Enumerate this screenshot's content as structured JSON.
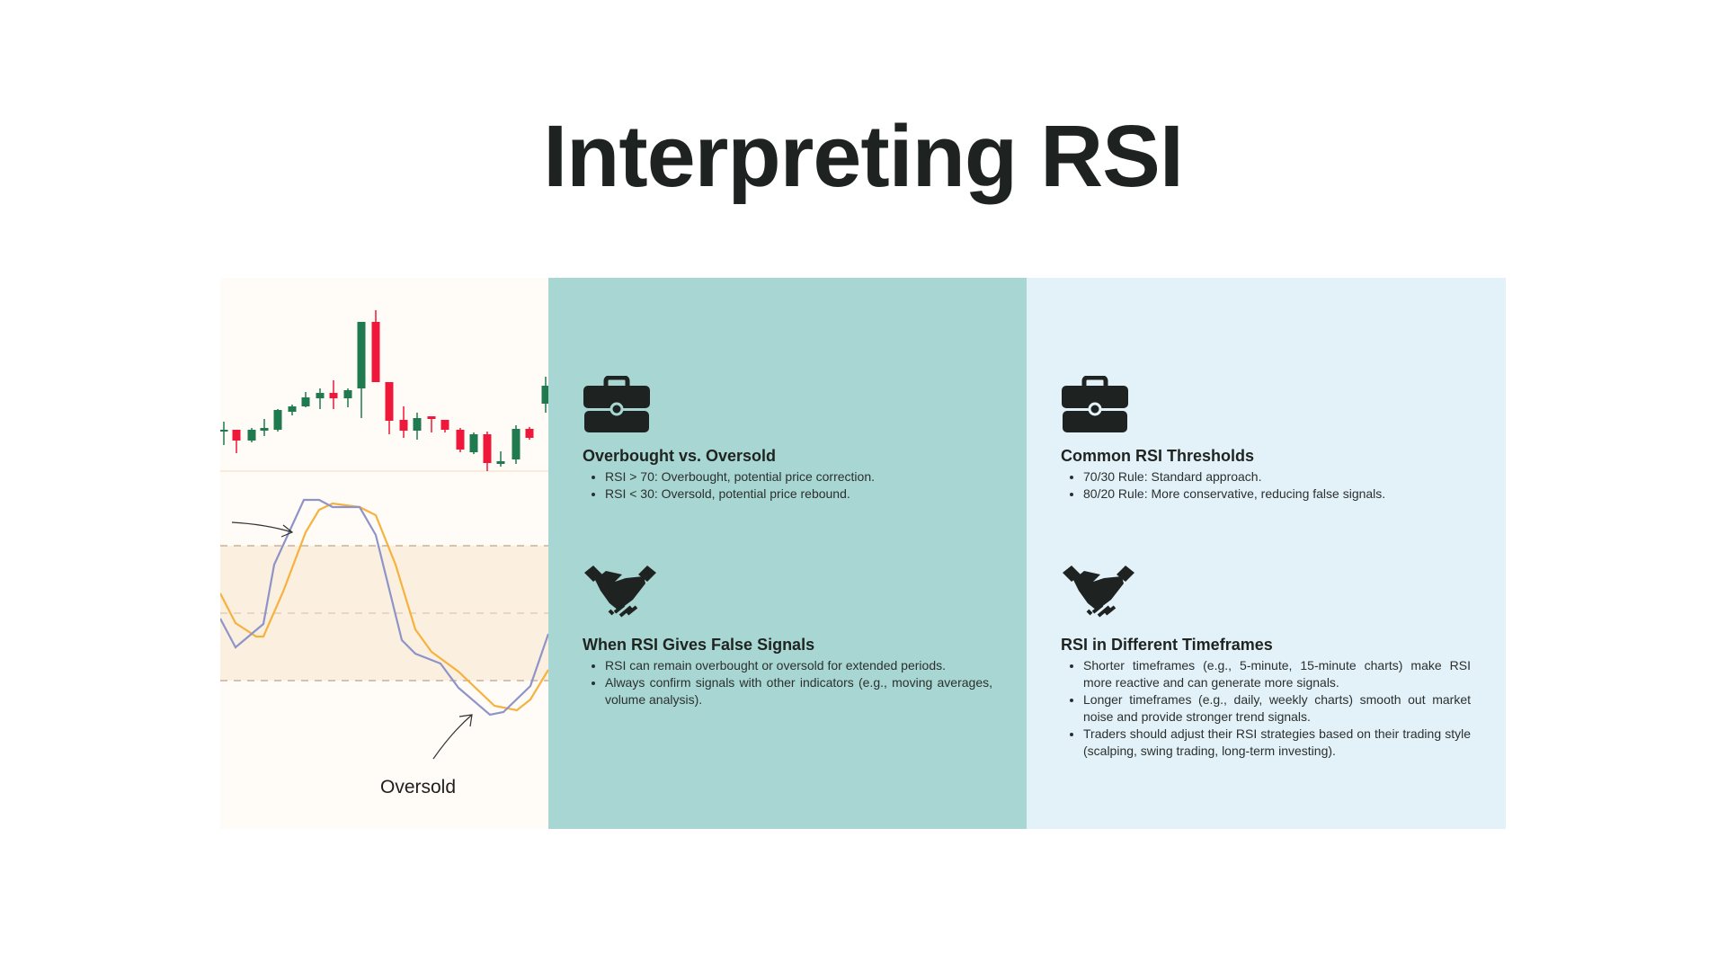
{
  "title": "Interpreting RSI",
  "illustration": {
    "label": "Oversold",
    "colors": {
      "bullish": "#1f7a4f",
      "bearish": "#f0183a",
      "rsi_line": "#8e94c8",
      "signal_line": "#f5b23e",
      "zone": "#fbefdf"
    }
  },
  "colors": {
    "teal_panel": "#a8d6d3",
    "blue_panel": "#e3f1f9",
    "text": "#1e2321"
  },
  "sections": [
    {
      "icon": "briefcase-icon",
      "heading": "Overbought vs. Oversold",
      "bullets": [
        "RSI > 70: Overbought, potential price correction.",
        "RSI < 30: Oversold, potential price rebound."
      ]
    },
    {
      "icon": "briefcase-icon",
      "heading": "Common RSI Thresholds",
      "bullets": [
        "70/30 Rule: Standard approach.",
        "80/20 Rule: More conservative, reducing false signals."
      ]
    },
    {
      "icon": "handshake-icon",
      "heading": "When RSI Gives False Signals",
      "bullets": [
        "RSI can remain overbought or oversold for extended periods.",
        "Always confirm signals with other indicators (e.g., moving averages, volume analysis)."
      ]
    },
    {
      "icon": "handshake-icon",
      "heading": "RSI in Different Timeframes",
      "bullets": [
        "Shorter timeframes (e.g., 5-minute, 15-minute charts) make RSI more reactive and can generate more signals.",
        "Longer timeframes (e.g., daily, weekly charts) smooth out market noise and provide stronger trend signals.",
        "Traders should adjust their RSI strategies based on their trading style (scalping, swing trading, long-term investing)."
      ]
    }
  ]
}
